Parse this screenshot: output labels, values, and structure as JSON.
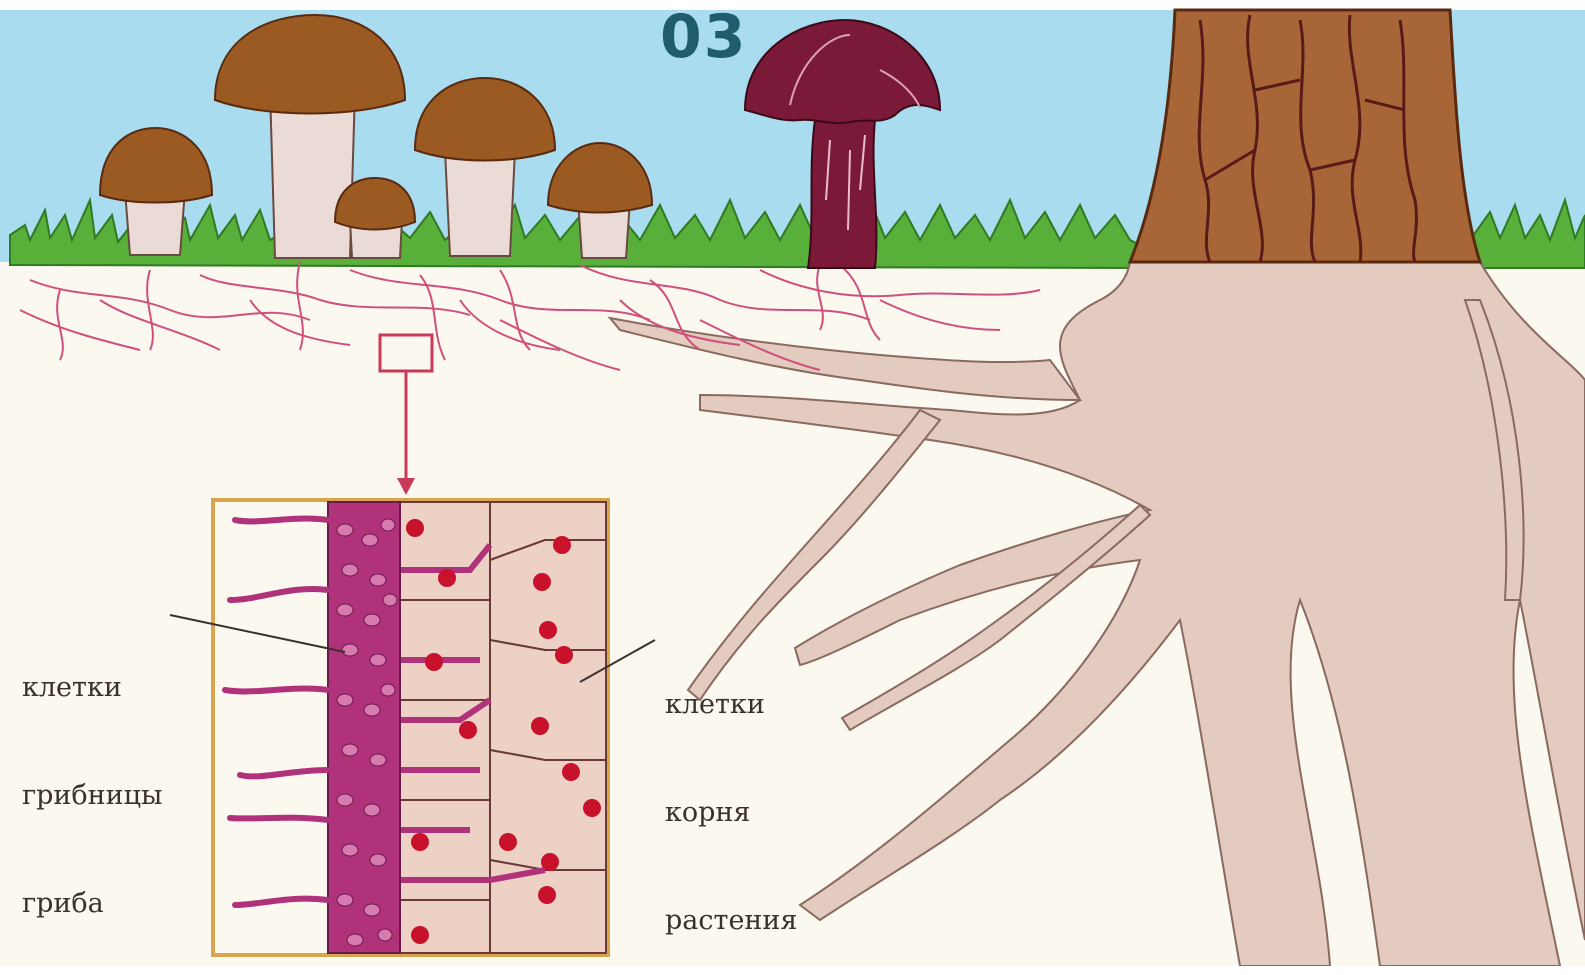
{
  "slide": {
    "number": "03"
  },
  "labels": {
    "fungal_cells": {
      "line1": "клетки",
      "line2": "грибницы",
      "line3": "гриба"
    },
    "root_cells": {
      "line1": "клетки",
      "line2": "корня",
      "line3": "растения"
    }
  },
  "colors": {
    "sky": "#a9dcee",
    "grass": "#58b03a",
    "soil": "#fbf8f0",
    "mushroom_cap": "#9a5a22",
    "mushroom_stem": "#eadbd6",
    "toxic_mushroom": "#7a1a38",
    "tree_trunk": "#a86638",
    "tree_root": "#e3cbc0",
    "mycelium": "#d0507c",
    "hypha_column": "#b0327a",
    "root_cell": "#eed1c5",
    "nucleus": "#c8122c",
    "slide_number": "#1e5c6e",
    "inset_border": "#d8a44e"
  }
}
